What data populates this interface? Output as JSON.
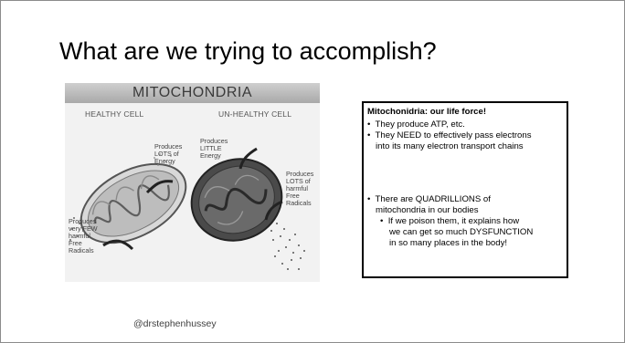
{
  "slide": {
    "title": "What are we trying to accomplish?",
    "handle": "@drstephenhussey"
  },
  "figure": {
    "banner": "MITOCHONDRIA",
    "healthy_title": "HEALTHY CELL",
    "unhealthy_title": "UN-HEALTHY CELL",
    "label_lots_energy": [
      "Produces",
      "LOTS of",
      "Energy"
    ],
    "label_few_radicals": [
      "Produces",
      "very FEW",
      "harmful",
      "Free",
      "Radicals"
    ],
    "label_little_energy": [
      "Produces",
      "LITTLE",
      "Energy"
    ],
    "label_lots_radicals": [
      "Produces",
      "LOTS of",
      "harmful",
      "Free",
      "Radicals"
    ]
  },
  "textbox": {
    "heading": "Mitochonidria: our life force!",
    "bullets": [
      "They produce ATP, etc.",
      "They NEED to effectively pass electrons",
      "into its many electron transport chains",
      "There are QUADRILLIONS of",
      "mitochondria in our bodies"
    ],
    "sub_bullets": [
      "If we poison them, it explains how",
      "we can get so much DYSFUNCTION",
      "in so many places in the body!"
    ],
    "bullet_glyph": "•"
  }
}
